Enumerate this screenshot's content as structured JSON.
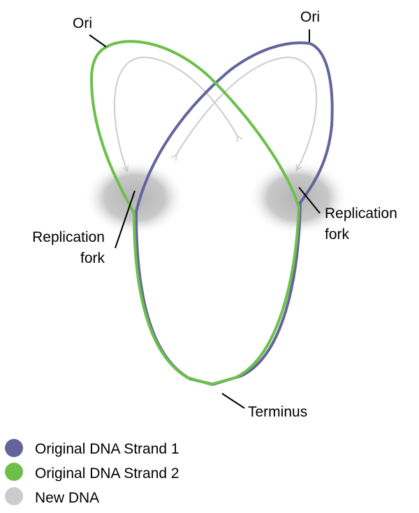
{
  "labels": {
    "ori_left": "Ori",
    "ori_right": "Ori",
    "fork_left_line1": "Replication",
    "fork_left_line2": "fork",
    "fork_right_line1": "Replication",
    "fork_right_line2": "fork",
    "terminus": "Terminus"
  },
  "legend": [
    {
      "label": "Original DNA Strand 1",
      "color": "#64649c"
    },
    {
      "label": "Original DNA Strand 2",
      "color": "#6cc04a"
    },
    {
      "label": "New DNA",
      "color": "#cccccc"
    }
  ]
}
